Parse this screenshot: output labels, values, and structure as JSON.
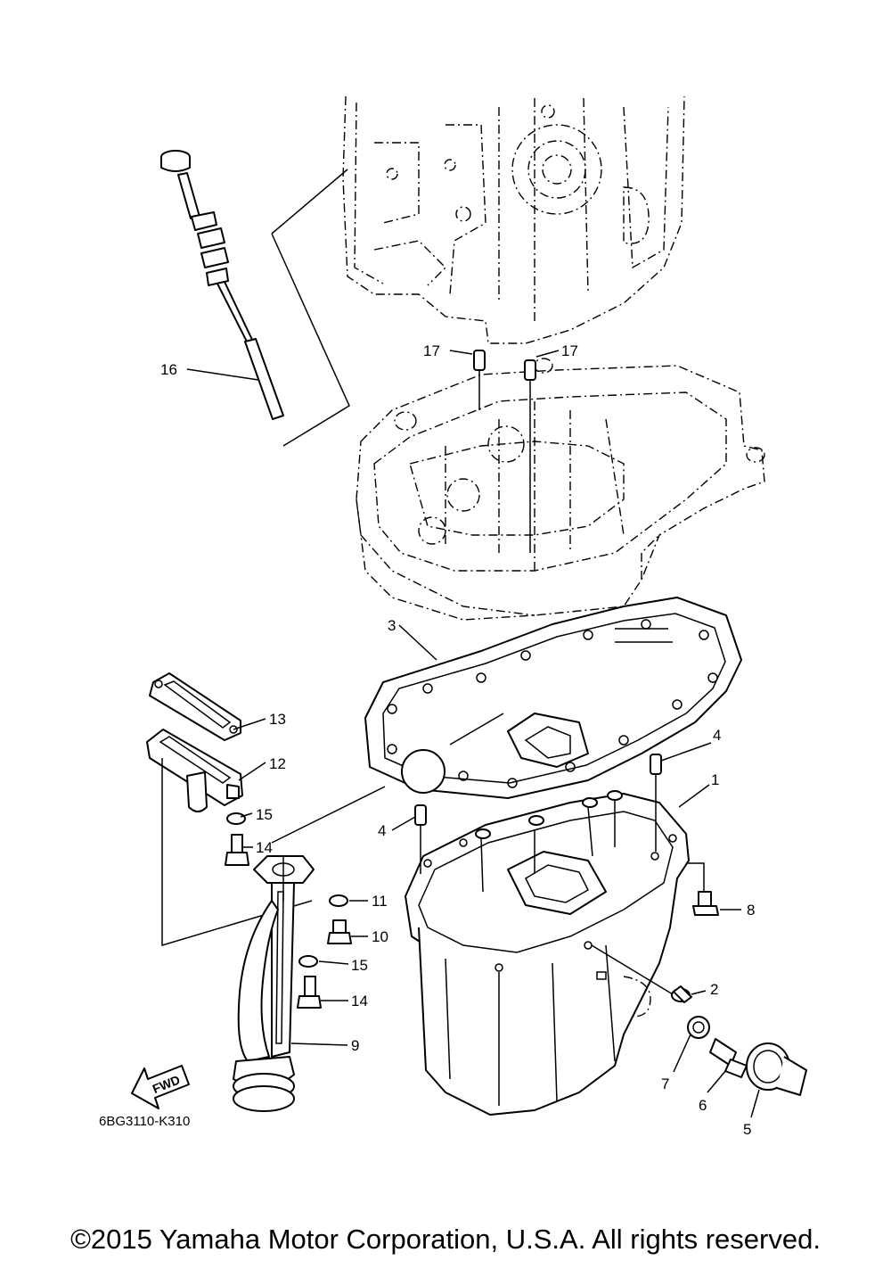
{
  "diagram": {
    "code": "6BG3110-K310",
    "fwd_label": "FWD",
    "callouts": {
      "p1": "1",
      "p2": "2",
      "p3": "3",
      "p4a": "4",
      "p4b": "4",
      "p5": "5",
      "p6": "6",
      "p7": "7",
      "p8": "8",
      "p9": "9",
      "p10": "10",
      "p11": "11",
      "p12": "12",
      "p13": "13",
      "p14a": "14",
      "p14b": "14",
      "p15a": "15",
      "p15b": "15",
      "p16": "16",
      "p17a": "17",
      "p17b": "17"
    }
  },
  "footer": {
    "copyright": "©2015 Yamaha Motor Corporation, U.S.A. All rights reserved."
  }
}
